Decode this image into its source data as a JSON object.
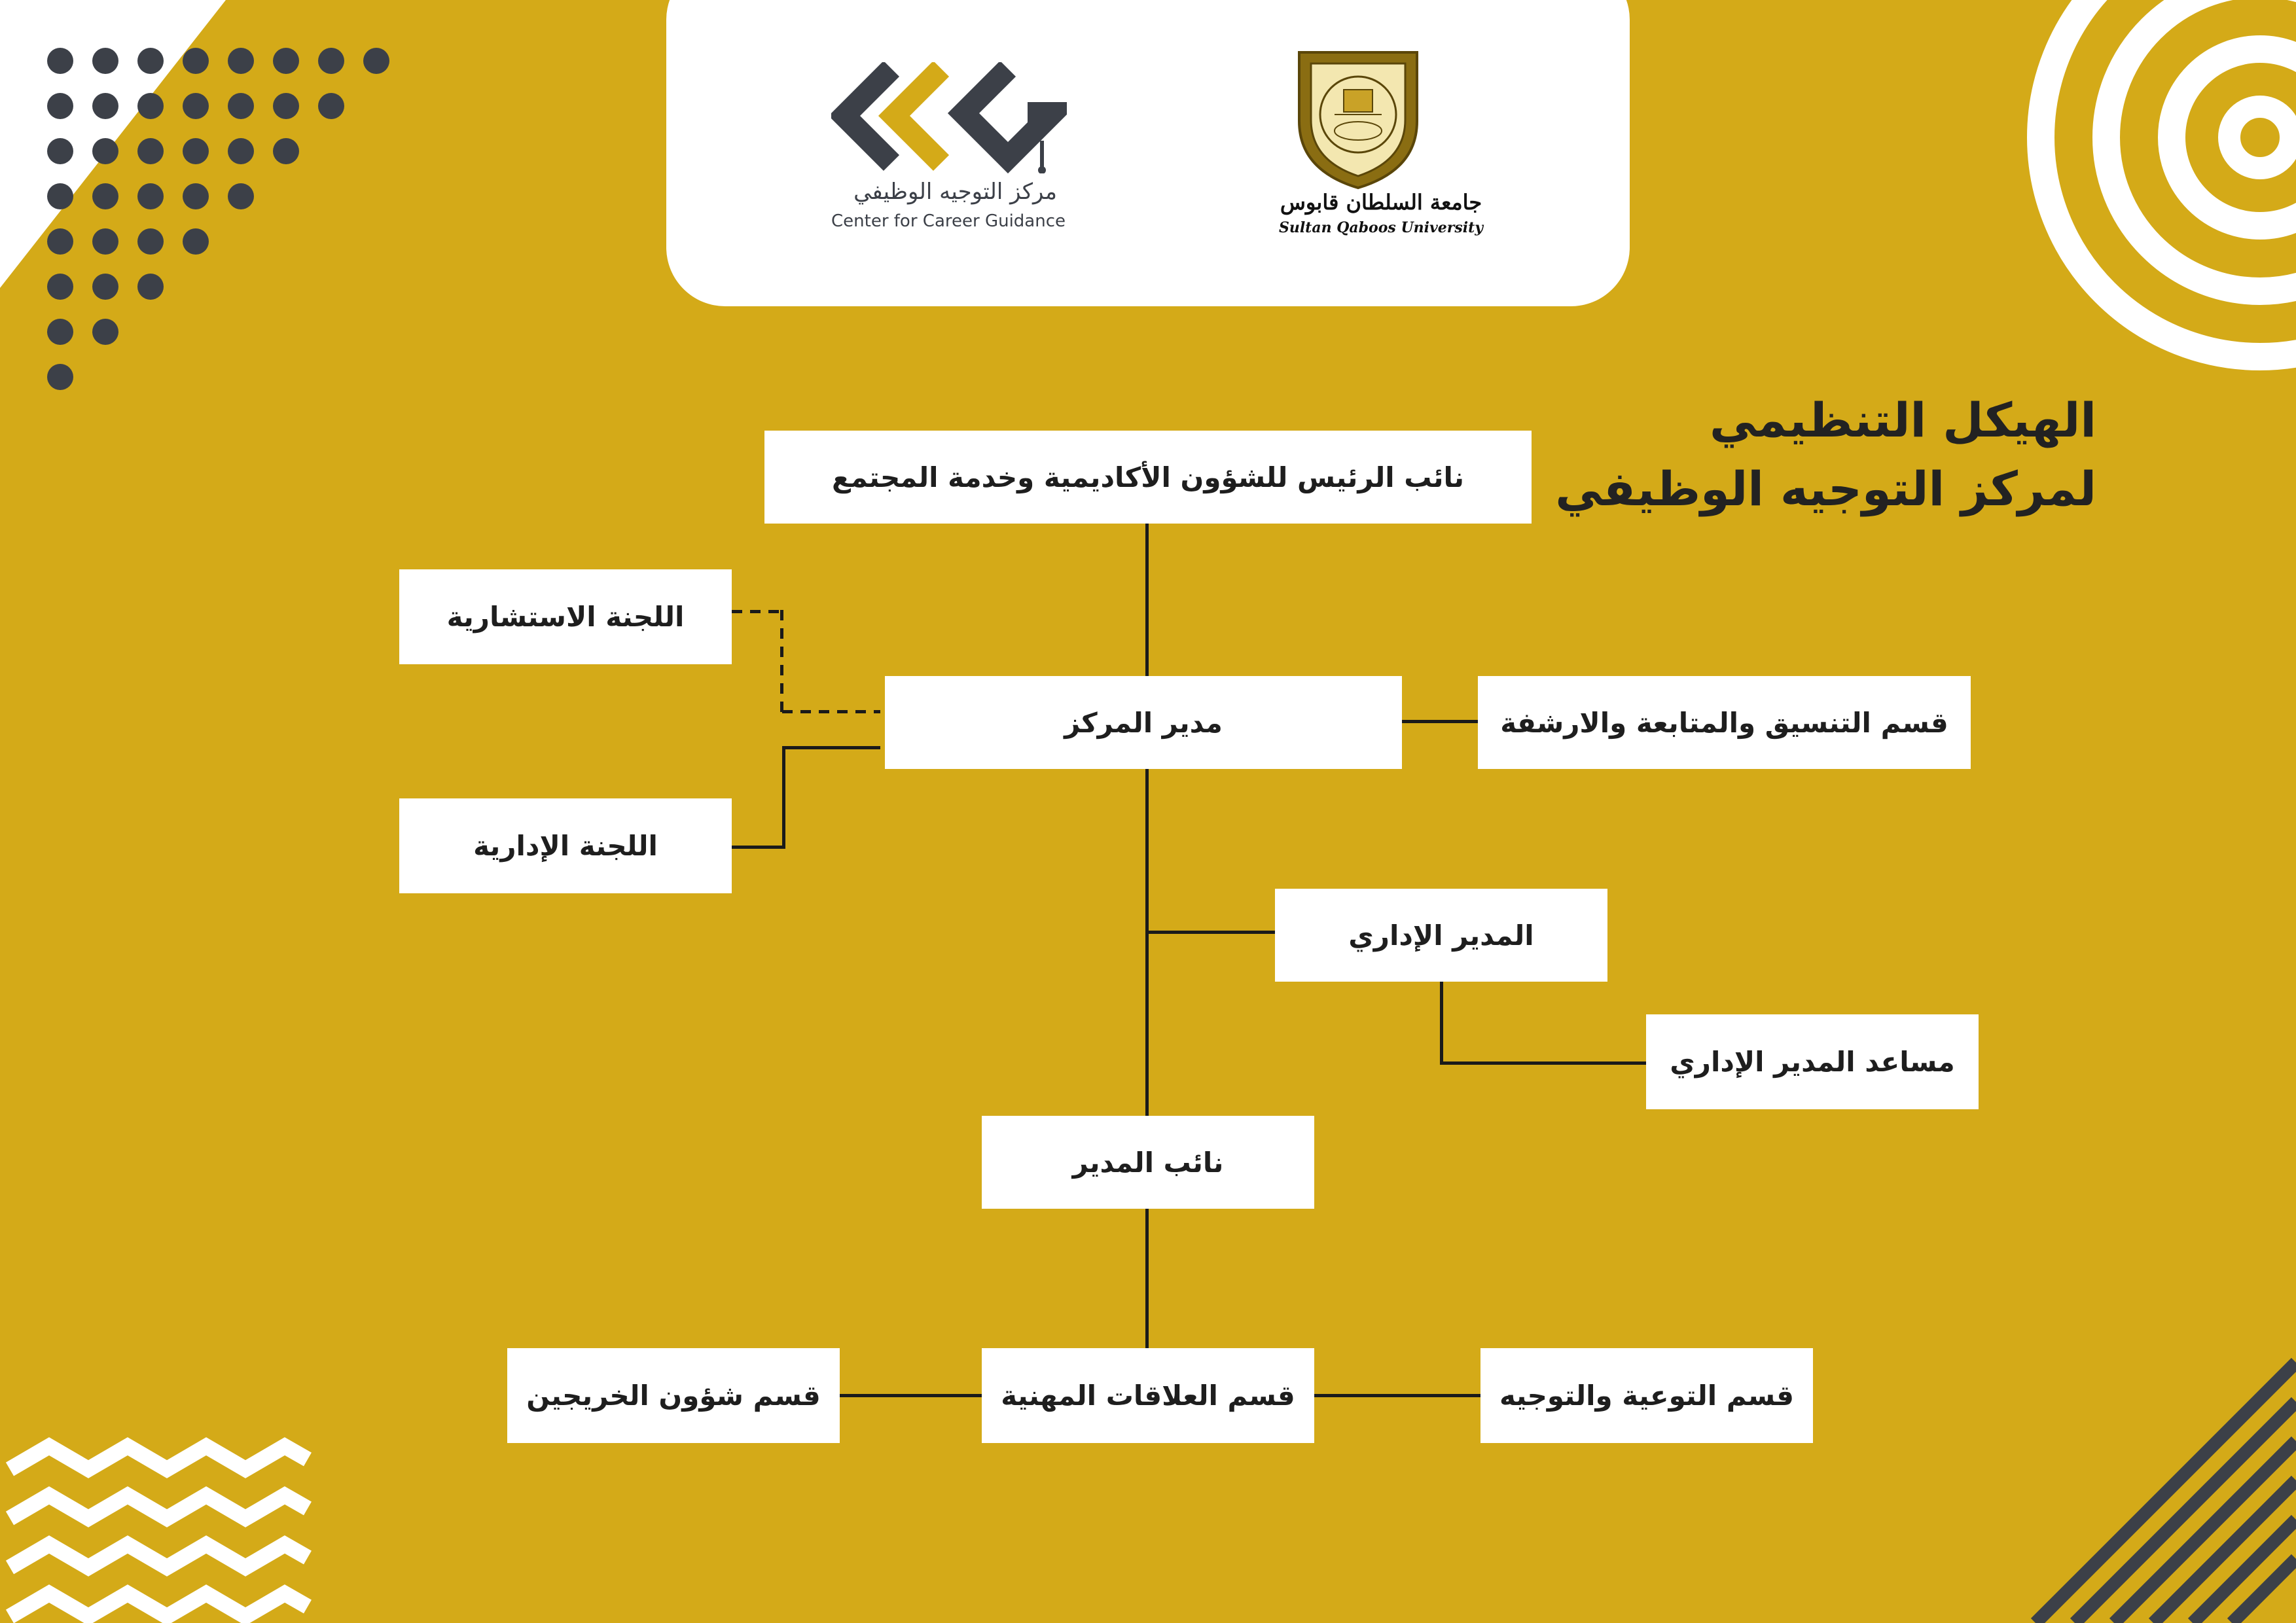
{
  "header": {
    "ccg_logo": {
      "name_ar": "مركز التوجيه الوظيفي",
      "name_en": "Center for Career Guidance"
    },
    "squ_logo": {
      "name_ar": "جامعة السلطان قابوس",
      "name_en": "Sultan Qaboos University"
    }
  },
  "title": {
    "line1": "الهيكل التنظيمي",
    "line2": "لمركز التوجيه الوظيفي"
  },
  "org_chart": {
    "vice_president": "نائب الرئيس للشؤون الأكاديمية وخدمة المجتمع",
    "advisory_committee": "اللجنة الاستشارية",
    "center_director": "مدير المركز",
    "coordination_section": "قسم التنسيق والمتابعة والارشفة",
    "administrative_committee": "اللجنة الإدارية",
    "administrative_director": "المدير الإداري",
    "assistant_admin_director": "مساعد المدير الإداري",
    "deputy_director": "نائب المدير",
    "alumni_affairs_section": "قسم شؤون الخريجين",
    "professional_relations_section": "قسم العلاقات المهنية",
    "awareness_guidance_section": "قسم التوعية والتوجيه"
  },
  "colors": {
    "background": "#d4aa18",
    "box": "#ffffff",
    "text": "#1e1e1e",
    "accent_dark": "#3c4048"
  }
}
